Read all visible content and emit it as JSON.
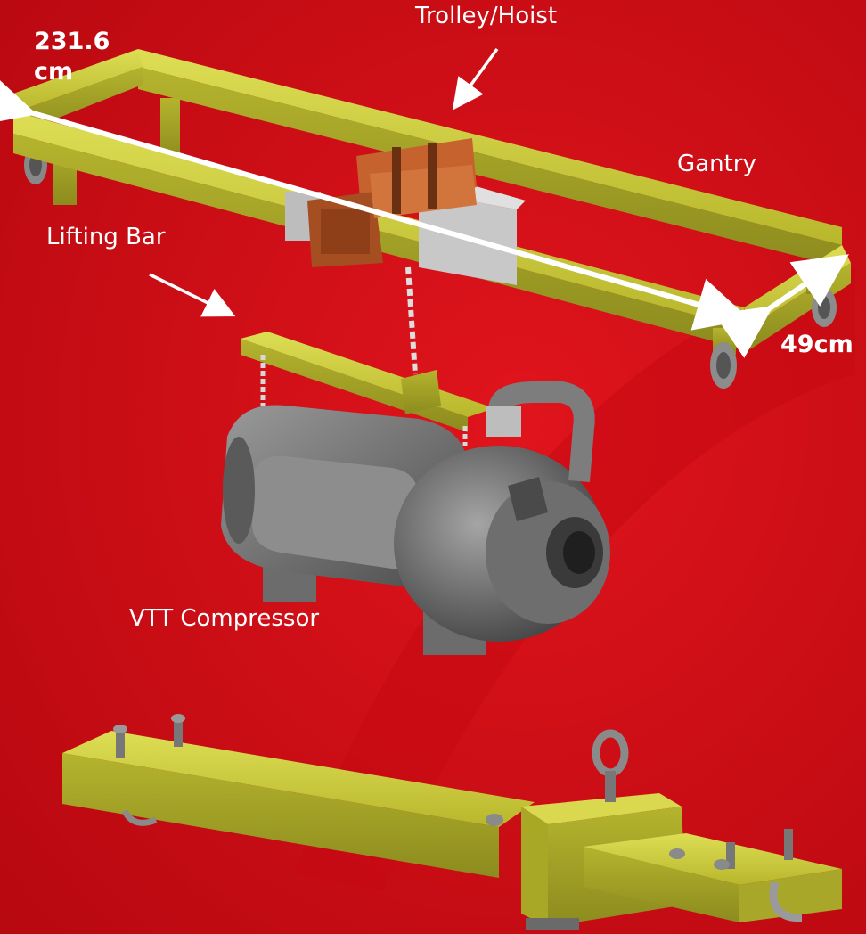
{
  "labels": {
    "trolley_hoist": "Trolley/Hoist",
    "gantry": "Gantry",
    "lifting_bar": "Lifting Bar",
    "compressor": "VTT Compressor",
    "length_dimension": "231.6 cm",
    "width_dimension": "49cm"
  },
  "colors": {
    "background": "#d40c14",
    "steel_yellow": "#c9c83a",
    "compressor_gray": "#6e6e6e",
    "trolley_orange": "#b0582a",
    "arrow": "#ffffff"
  }
}
